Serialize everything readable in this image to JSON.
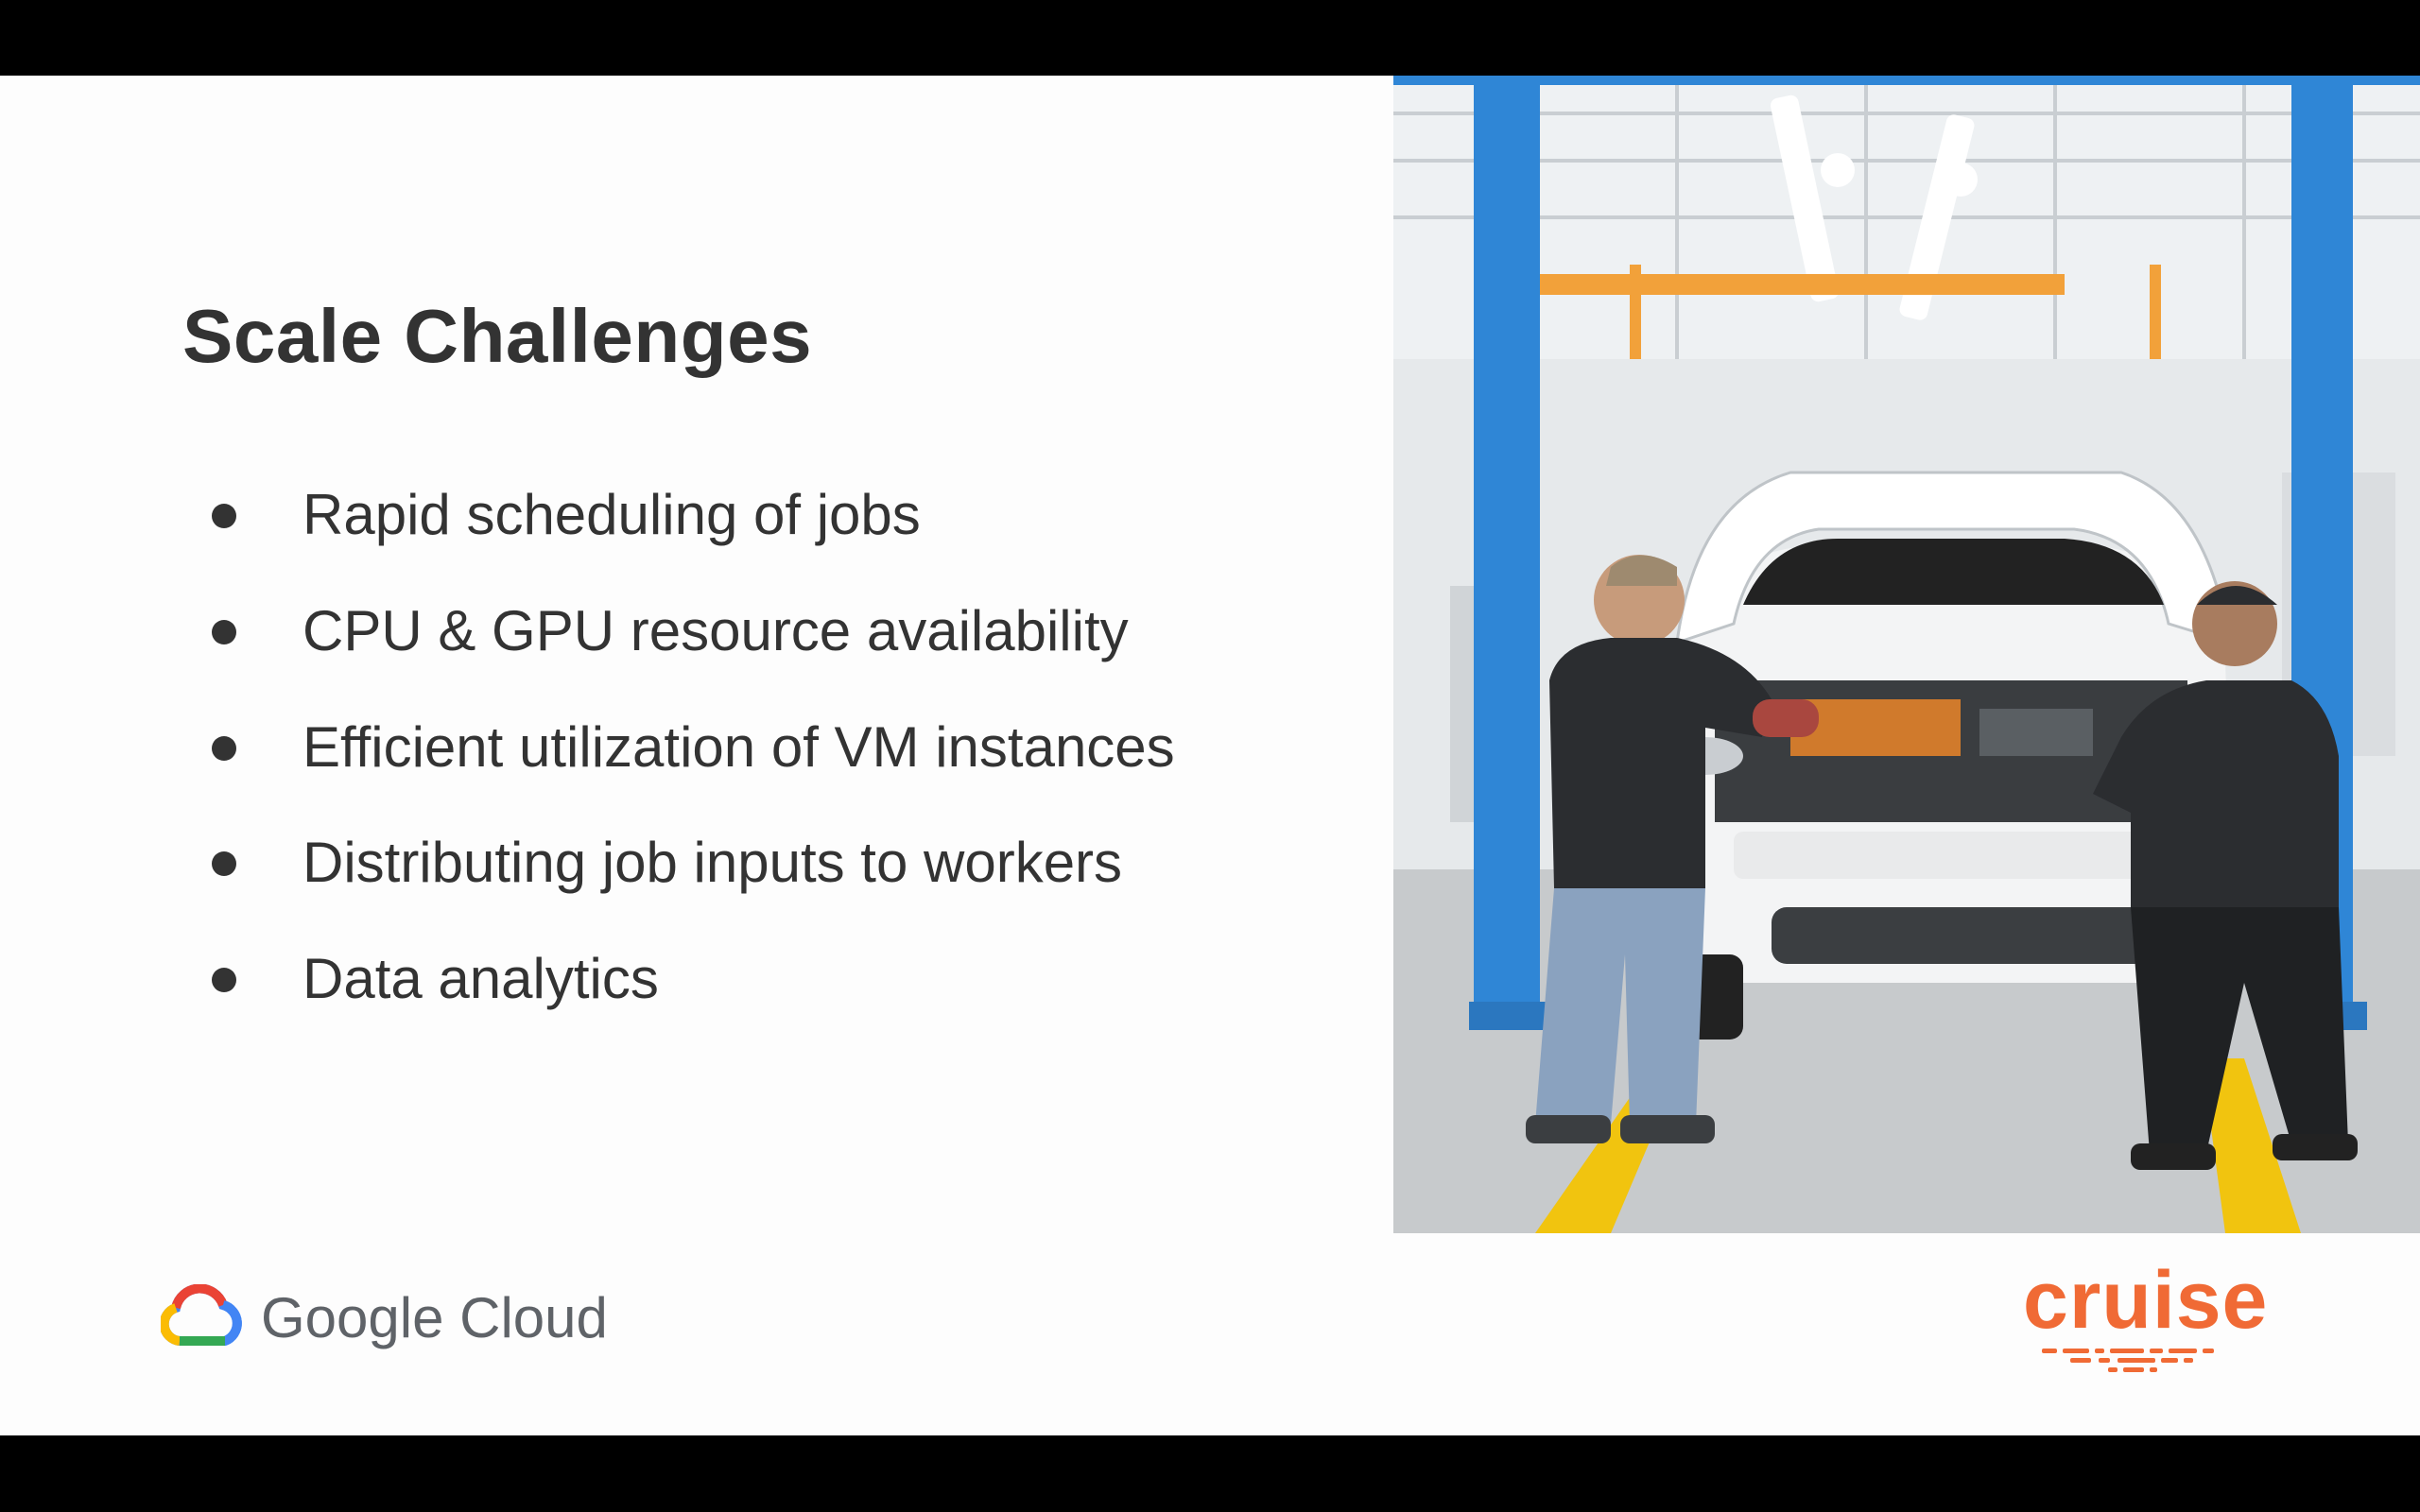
{
  "slide": {
    "title": "Scale Challenges",
    "bullets": [
      "Rapid scheduling of jobs",
      "CPU & GPU resource availability",
      "Efficient utilization of VM instances",
      "Distributing job inputs to workers",
      "Data analytics"
    ]
  },
  "footer": {
    "google_cloud_logo_text": "Google Cloud",
    "cruise_logo_text": "cruise"
  },
  "icons": {
    "google_cloud_icon": "google-cloud-icon",
    "bullet_icon": "bullet-dot-icon"
  },
  "colors": {
    "slide_background": "#fdfdfd",
    "text": "#333333",
    "google_cloud_text": "#5f6368",
    "cruise_brand": "#f06a35",
    "google_blue": "#4285f4",
    "google_red": "#ea4335",
    "google_yellow": "#fbbc04",
    "google_green": "#34a853"
  }
}
